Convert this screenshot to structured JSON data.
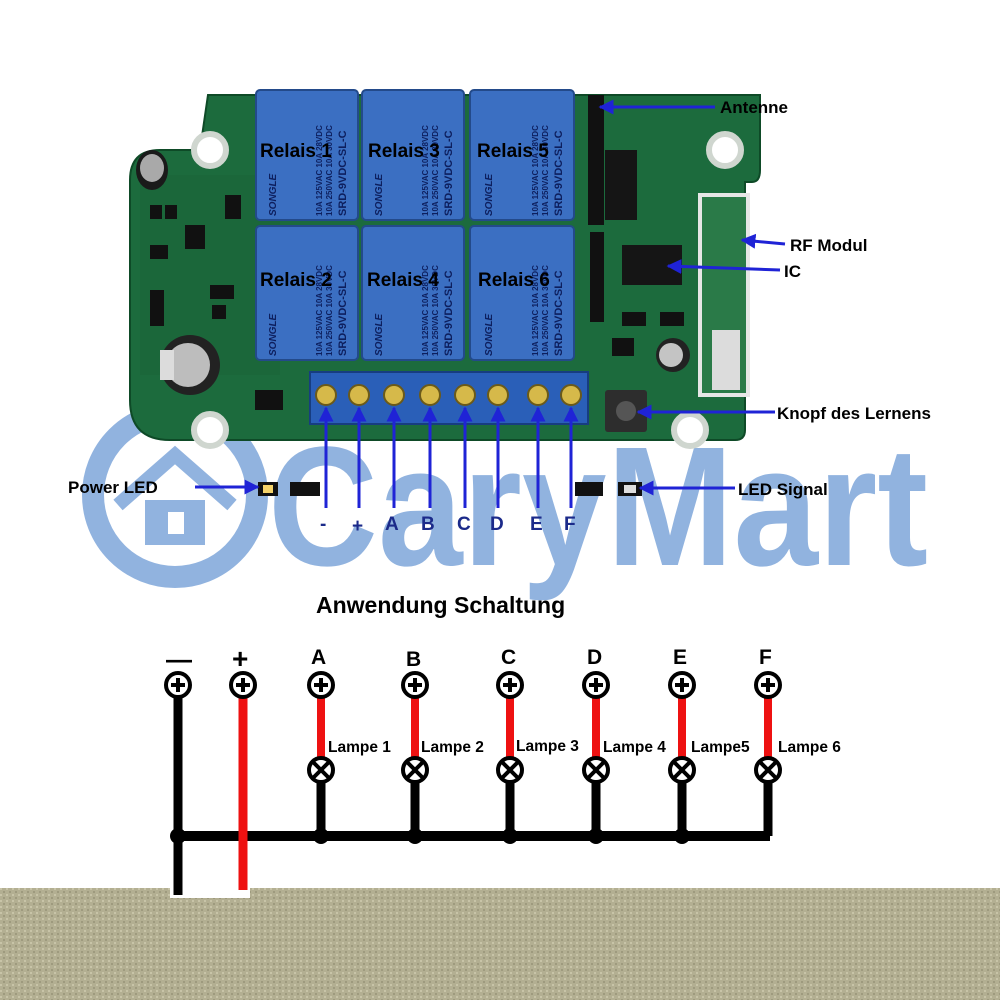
{
  "watermark": {
    "text": "CaryMart",
    "color": "#7ea6da"
  },
  "board": {
    "relays": [
      {
        "label": "Relais 1",
        "model": "SRD-9VDC-SL-C",
        "rating1": "10A 250VAC 10A 30VDC",
        "rating2": "10A 125VAC 10A 28VDC"
      },
      {
        "label": "Relais 3",
        "model": "SRD-9VDC-SL-C",
        "rating1": "10A 250VAC 10A 30VDC",
        "rating2": "10A 125VAC 10A 28VDC"
      },
      {
        "label": "Relais 5",
        "model": "SRD-9VDC-SL-C",
        "rating1": "10A 250VAC 10A 30VDC",
        "rating2": "10A 125VAC 10A 28VDC"
      },
      {
        "label": "Relais 2",
        "model": "SRD-9VDC-SL-C",
        "rating1": "10A 250VAC 10A 30VDC",
        "rating2": "10A 125VAC 10A 28VDC"
      },
      {
        "label": "Relais 4",
        "model": "SRD-9VDC-SL-C",
        "rating1": "10A 250VAC 10A 30VDC",
        "rating2": "10A 125VAC 10A 28VDC"
      },
      {
        "label": "Relais 6",
        "model": "SRD-9VDC-SL-C",
        "rating1": "10A 250VAC 10A 30VDC",
        "rating2": "10A 125VAC 10A 28VDC"
      }
    ],
    "brand": "SONGLE",
    "terminals": [
      "-",
      "+",
      "A",
      "B",
      "C",
      "D",
      "E",
      "F"
    ],
    "callouts": {
      "antenne": "Antenne",
      "rf_modul": "RF Modul",
      "ic": "IC",
      "knopf": "Knopf des Lernens",
      "power_led": "Power LED",
      "led_signal": "LED Signal"
    },
    "pcb_color": "#1c6b3d",
    "relay_color": "#3b6fc2",
    "terminal_color": "#2a5fb8",
    "arrow_color": "#1f23d6"
  },
  "schematic": {
    "title": "Anwendung Schaltung",
    "supply": [
      "—",
      "+"
    ],
    "channels": [
      "A",
      "B",
      "C",
      "D",
      "E",
      "F"
    ],
    "lamps": [
      "Lampe 1",
      "Lampe 2",
      "Lampe 3",
      "Lampe 4",
      "Lampe5",
      "Lampe 6"
    ],
    "wire_red": "#ee1111",
    "wire_black": "#000000"
  },
  "footer_color": "#b9b497"
}
